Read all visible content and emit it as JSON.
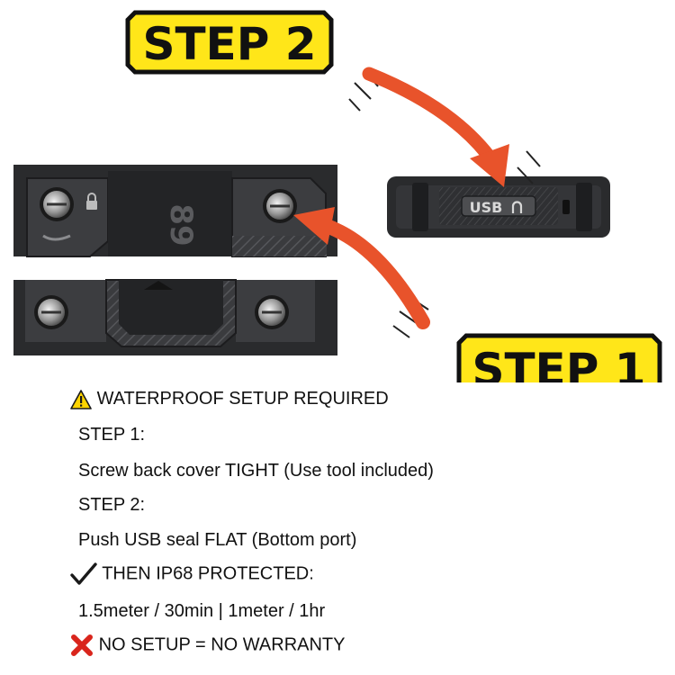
{
  "step2_badge": {
    "text": "STEP 2"
  },
  "step1_badge": {
    "text": "STEP 1"
  },
  "usb_port_label": {
    "text": "USB"
  },
  "back_cover_mark": {
    "text": "89"
  },
  "instructions": {
    "warning": {
      "icon": "warning-icon",
      "text": "WATERPROOF SETUP REQUIRED"
    },
    "step1_title": "STEP 1:",
    "step1_desc": "Screw back cover TIGHT (Use tool included)",
    "step2_title": "STEP 2:",
    "step2_desc": "Push USB seal FLAT (Bottom port)",
    "protected": {
      "icon": "checkmark-icon",
      "text": "THEN IP68 PROTECTED:"
    },
    "rating": "1.5meter / 30min | 1meter / 1hr",
    "warranty": {
      "icon": "red-x-icon",
      "text": "NO SETUP = NO WARRANTY"
    }
  },
  "colors": {
    "badge_fill": "#ffe619",
    "badge_border": "#111111",
    "arrow": "#e8532b",
    "device_dark": "#2a2b2d",
    "warning_yellow": "#ffd400",
    "cross_red": "#d9251c"
  }
}
